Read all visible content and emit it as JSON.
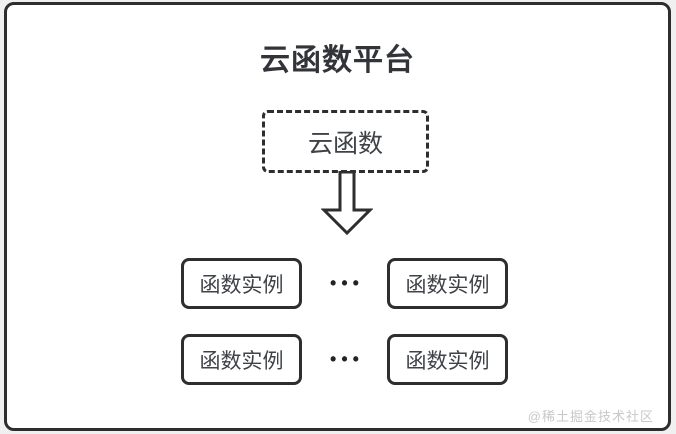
{
  "diagram": {
    "title": "云函数平台",
    "cloud_function": {
      "label": "云函数"
    },
    "rows": [
      {
        "left_label": "函数实例",
        "ellipsis": "•••",
        "right_label": "函数实例"
      },
      {
        "left_label": "函数实例",
        "ellipsis": "•••",
        "right_label": "函数实例"
      }
    ],
    "watermark": "@稀土掘金技术社区",
    "colors": {
      "frame_border": "#2e2e2e",
      "box_border": "#2e2e2e",
      "title_text": "#32343a",
      "label_text": "#3f4348",
      "dots": "#20242a",
      "watermark_text": "#c8c8c8",
      "background": "#ffffff"
    }
  }
}
